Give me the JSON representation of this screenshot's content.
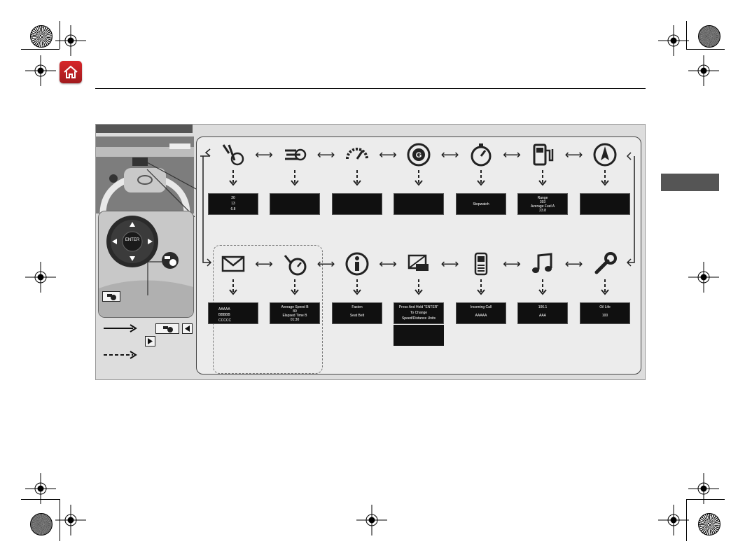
{
  "page": {
    "home_icon": "home-icon",
    "colors": {
      "home_red": "#c81f24",
      "figure_gray": "#dddddd",
      "tab_gray": "#555555"
    }
  },
  "controls": {
    "enter_label": "ENTER",
    "dpad_icons": [
      "up-triangle-icon",
      "down-triangle-icon",
      "left-triangle-icon",
      "right-triangle-icon"
    ],
    "info_button_icon": "display-info-button-icon"
  },
  "legend": {
    "solid_arrow_icon": "solid-arrow-icon",
    "dashed_arrow_icon": "dashed-arrow-icon",
    "buttons": [
      "display-info-button-icon",
      "left-arrow-button-icon",
      "right-arrow-button-icon"
    ]
  },
  "top_row": [
    {
      "icon": "steering-assist-icon",
      "screen": {
        "left": "20",
        "mid": "13",
        "right": "6.8"
      }
    },
    {
      "icon": "turbo-boost-icon",
      "screen": {
        "text": ""
      }
    },
    {
      "icon": "speedometer-gauge-icon",
      "screen": {
        "text": ""
      }
    },
    {
      "icon": "g-force-icon",
      "screen": {
        "text": ""
      }
    },
    {
      "icon": "stopwatch-icon",
      "screen": {
        "text": "Stopwatch"
      }
    },
    {
      "icon": "fuel-pump-icon",
      "screen": {
        "range": "Range",
        "range_val": "393",
        "fuel": "Average Fuel A",
        "fuel_val": "23.8"
      }
    },
    {
      "icon": "navigation-compass-icon",
      "screen": {
        "text": ""
      }
    }
  ],
  "bottom_row": [
    {
      "icon": "message-envelope-icon",
      "screen": {
        "rows": [
          "AAAAA",
          "BBBBB",
          "CCCCC"
        ]
      }
    },
    {
      "icon": "trip-timer-icon",
      "screen": {
        "line1": "Average Speed B",
        "val1": "80",
        "line2": "Elapsed Time B",
        "val2": "01:30"
      }
    },
    {
      "icon": "information-icon",
      "screen": {
        "line1": "Fasten",
        "line2": "Seat Belt"
      }
    },
    {
      "icon": "display-settings-icon",
      "screen": {
        "line1": "Press And Hold \"ENTER\"",
        "line2": "To Change",
        "line3": "Speed/Distance Units"
      }
    },
    {
      "icon": "mobile-phone-icon",
      "screen": {
        "line1": "Incoming Call",
        "line2": "AAAAA"
      }
    },
    {
      "icon": "music-note-icon",
      "screen": {
        "line1": "106.1",
        "line2": "AAA"
      }
    },
    {
      "icon": "wrench-maintenance-icon",
      "screen": {
        "line1": "Oil Life",
        "line2": "100"
      }
    }
  ]
}
